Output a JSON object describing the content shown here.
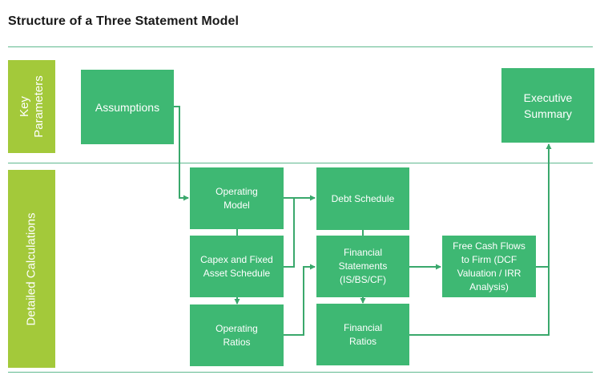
{
  "title": "Structure of a Three Statement Model",
  "sections": {
    "key_parameters": "Key\nParameters",
    "detailed_calculations": "Detailed Calculations"
  },
  "nodes": {
    "assumptions": "Assumptions",
    "executive_summary": "Executive\nSummary",
    "operating_model": "Operating\nModel",
    "capex_schedule": "Capex and Fixed\nAsset Schedule",
    "operating_ratios": "Operating\nRatios",
    "debt_schedule": "Debt Schedule",
    "financial_statements": "Financial\nStatements\n(IS/BS/CF)",
    "financial_ratios": "Financial\nRatios",
    "free_cash_flows": "Free Cash Flows\nto Firm (DCF\nValuation / IRR\nAnalysis)"
  },
  "colors": {
    "node_fill": "#3eb873",
    "section_fill": "#a3c93a",
    "connector": "#3aa86c",
    "divider": "#5fb98f"
  }
}
